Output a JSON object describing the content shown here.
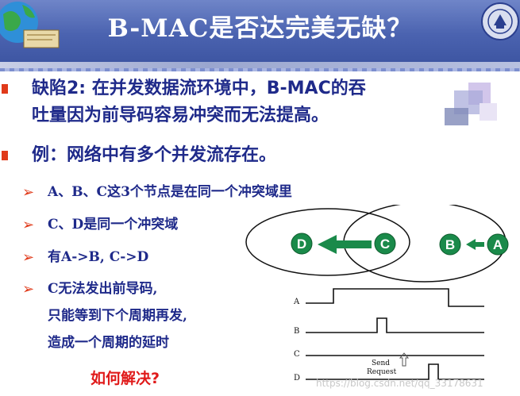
{
  "slide": {
    "title": "B-MAC是否达完美无缺？",
    "points": [
      {
        "line1": "缺陷2: 在并发数据流环境中，B-MAC的吞",
        "line2": "吐量因为前导码容易冲突而无法提高。"
      },
      {
        "line1": "例：网络中有多个并发流存在。"
      }
    ],
    "sub_points": [
      {
        "line1": "A、B、C这3个节点是在同一个冲突域里"
      },
      {
        "line1": "C、D是同一个冲突域"
      },
      {
        "line1": "有A->B, C->D"
      },
      {
        "line1": "C无法发出前导码,",
        "line2": "只能等到下个周期再发,",
        "line3": "造成一个周期的延时"
      }
    ],
    "question": "如何解决?"
  },
  "diagram": {
    "nodes": [
      "D",
      "C",
      "B",
      "A"
    ],
    "node_color": "#1a8a4a",
    "arrow_color": "#1a8a4a"
  },
  "timing": {
    "rows": [
      "A",
      "B",
      "C",
      "D"
    ],
    "send_label_1": "Send",
    "send_label_2": "Request"
  },
  "watermark": "https://blog.csdn.net/qq_33178631",
  "colors": {
    "title_bg": "#4b63b0",
    "text": "#1f2a8a",
    "bullet": "#e03a1a",
    "question": "#e01a1a"
  }
}
